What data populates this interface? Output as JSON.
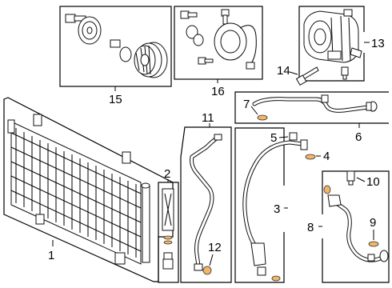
{
  "diagram": {
    "callouts": {
      "c1": "1",
      "c2": "2",
      "c3": "3",
      "c4": "4",
      "c5": "5",
      "c6": "6",
      "c7": "7",
      "c8": "8",
      "c9": "9",
      "c10": "10",
      "c11": "11",
      "c12": "12",
      "c13": "13",
      "c14": "14",
      "c15": "15",
      "c16": "16"
    },
    "accent_color": "#f2b66a"
  }
}
